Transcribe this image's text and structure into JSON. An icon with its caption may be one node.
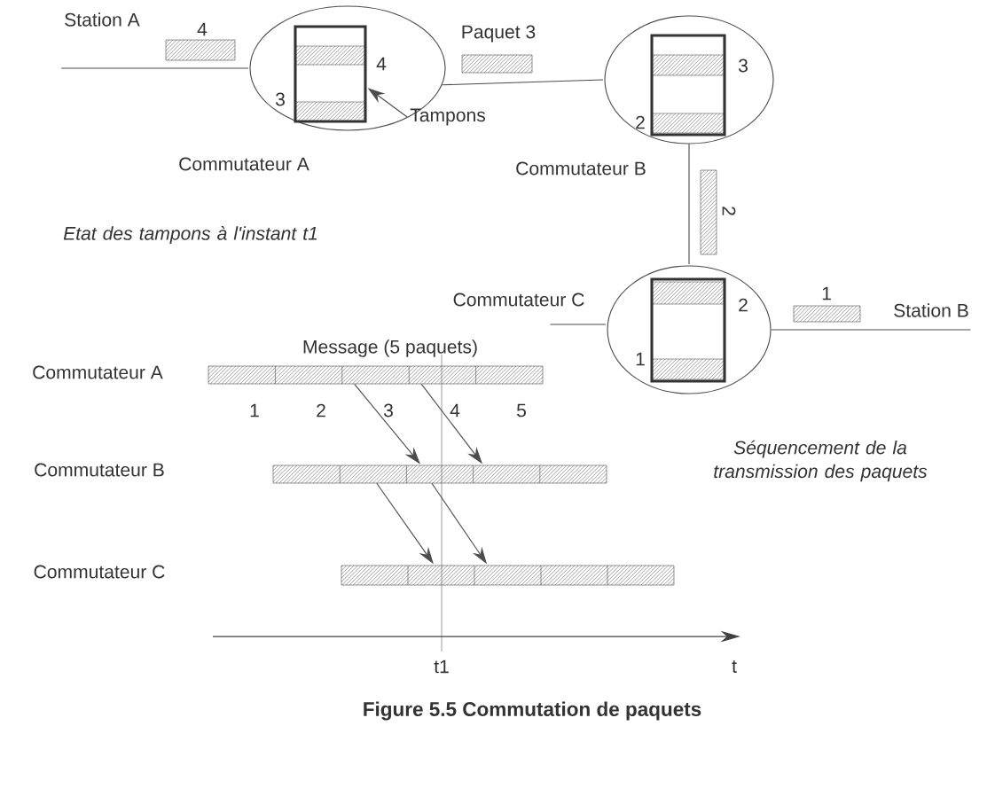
{
  "diagram": {
    "caption": "Figure 5.5 Commutation de paquets",
    "nodes": [
      {
        "text": [
          "Station A"
        ]
      },
      {
        "text": [
          "Commutateur A"
        ]
      },
      {
        "text": [],
        "shape": "box",
        "in": 1,
        "beside": [
          "4",
          "3"
        ]
      },
      {
        "text": [
          "Tampons"
        ]
      },
      {
        "text": [
          "Commutateur B"
        ]
      },
      {
        "text": [],
        "shape": "box",
        "in": 4,
        "beside": [
          "3",
          "2"
        ]
      },
      {
        "text": [
          "Commutateur C"
        ]
      },
      {
        "text": [],
        "shape": "box",
        "in": 6,
        "beside": [
          "2",
          "1"
        ]
      },
      {
        "text": [
          "Station B"
        ]
      },
      {
        "text": [],
        "shape": "bar",
        "beside": [
          "Message (5 paquets)"
        ]
      },
      {
        "text": [],
        "shape": "bar"
      },
      {
        "text": [],
        "shape": "bar"
      },
      {
        "text": [],
        "shape": "bar",
        "beside": [
          "4"
        ]
      },
      {
        "text": [],
        "shape": "bar",
        "beside": [
          "Paquet 3"
        ]
      },
      {
        "text": [],
        "shape": "bar",
        "beside": [
          "2"
        ]
      },
      {
        "text": [],
        "shape": "bar",
        "beside": [
          "1"
        ]
      }
    ],
    "edges": [
      {
        "from": 0,
        "to": 1,
        "arrow": "none"
      },
      {
        "from": 1,
        "to": 4,
        "arrow": "none"
      },
      {
        "from": 4,
        "to": 6,
        "arrow": "none"
      },
      {
        "from": null,
        "to": 6,
        "arrow": "none"
      },
      {
        "from": 6,
        "to": 8,
        "arrow": "none"
      },
      {
        "from": 3,
        "to": 2,
        "arrow": "to"
      },
      {
        "from": 9,
        "to": 10,
        "arrow": "to"
      },
      {
        "from": 9,
        "to": 10,
        "arrow": "to"
      },
      {
        "from": 10,
        "to": 11,
        "arrow": "to"
      },
      {
        "from": 10,
        "to": 11,
        "arrow": "to"
      }
    ],
    "labels": [
      "Etat des tampons à l'instant t1",
      "Commutateur A",
      "1",
      "2",
      "3",
      "4",
      "5",
      "Commutateur B",
      "Séquencement de la transmission des paquets",
      "Commutateur C",
      "t1",
      "t"
    ]
  }
}
